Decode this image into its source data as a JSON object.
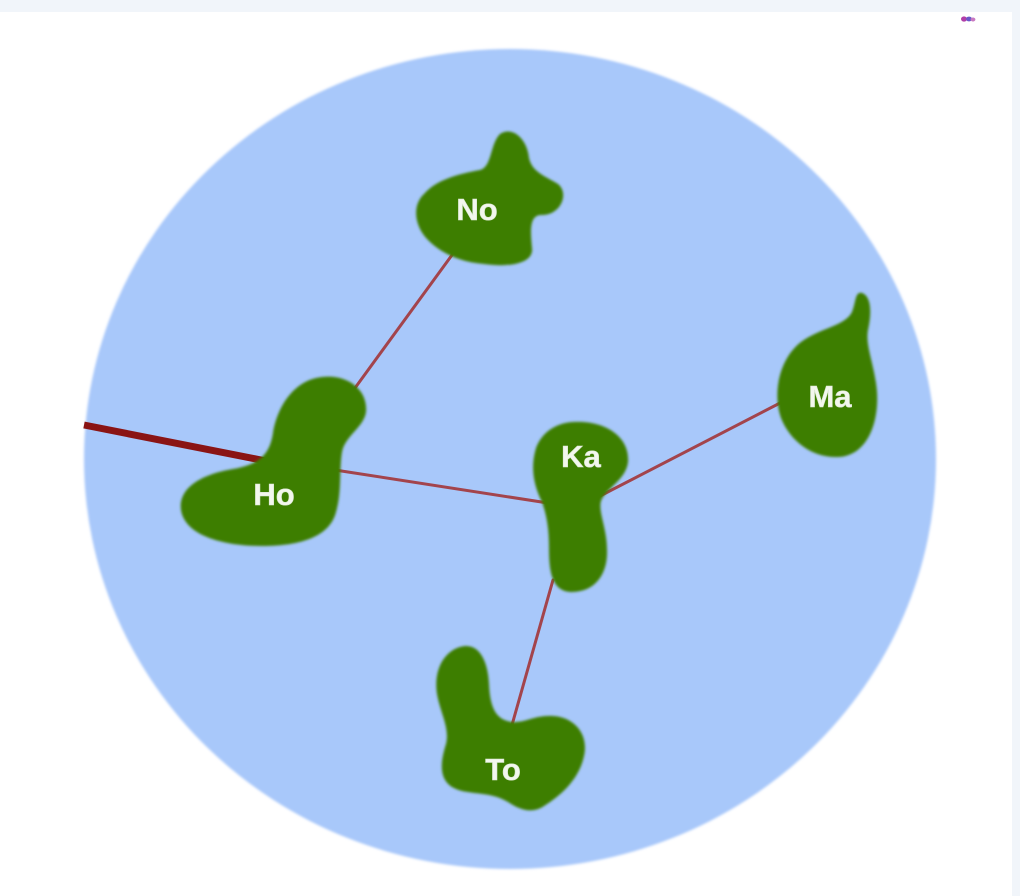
{
  "map": {
    "islands": [
      {
        "id": "no",
        "label": "No"
      },
      {
        "id": "ho",
        "label": "Ho"
      },
      {
        "id": "ka",
        "label": "Ka"
      },
      {
        "id": "ma",
        "label": "Ma"
      },
      {
        "id": "to",
        "label": "To"
      }
    ],
    "routes": [
      [
        "No",
        "Ho"
      ],
      [
        "Ho",
        "Ka"
      ],
      [
        "Ka",
        "Ma"
      ],
      [
        "Ka",
        "To"
      ]
    ],
    "incoming_route": "Ho"
  },
  "colors": {
    "ocean": "#a8c8fa",
    "island": "#3c7e06",
    "bridge": "#a3444c",
    "bridge_dark": "#8a1414",
    "label": "#f3f7ee",
    "background": "#ffffff"
  },
  "icons": {
    "corner": "token-icon"
  }
}
